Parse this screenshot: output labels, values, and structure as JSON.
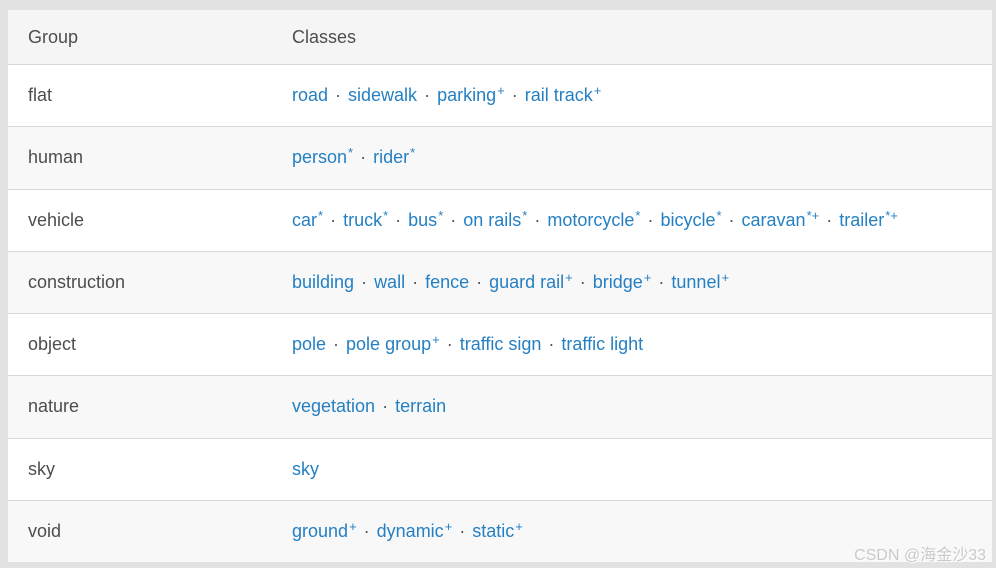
{
  "colors": {
    "link": "#2580c3",
    "text": "#4d4d4d",
    "header_bg": "#f5f5f5",
    "row_stripe": "#f8f8f8",
    "row_white": "#ffffff",
    "border": "#d8d8d8",
    "margin_bg": "#e2e2e2",
    "separator_dot": "#555555",
    "watermark": "#c9c9c9"
  },
  "table": {
    "separator": "·",
    "columns": [
      {
        "key": "group",
        "label": "Group"
      },
      {
        "key": "classes",
        "label": "Classes"
      }
    ],
    "rows": [
      {
        "group": "flat",
        "classes": [
          {
            "name": "road",
            "sup": ""
          },
          {
            "name": "sidewalk",
            "sup": ""
          },
          {
            "name": "parking",
            "sup": "+"
          },
          {
            "name": "rail track",
            "sup": "+"
          }
        ]
      },
      {
        "group": "human",
        "classes": [
          {
            "name": "person",
            "sup": "*"
          },
          {
            "name": "rider",
            "sup": "*"
          }
        ]
      },
      {
        "group": "vehicle",
        "classes": [
          {
            "name": "car",
            "sup": "*"
          },
          {
            "name": "truck",
            "sup": "*"
          },
          {
            "name": "bus",
            "sup": "*"
          },
          {
            "name": "on rails",
            "sup": "*"
          },
          {
            "name": "motorcycle",
            "sup": "*"
          },
          {
            "name": "bicycle",
            "sup": "*"
          },
          {
            "name": "caravan",
            "sup": "*+"
          },
          {
            "name": "trailer",
            "sup": "*+"
          }
        ]
      },
      {
        "group": "construction",
        "classes": [
          {
            "name": "building",
            "sup": ""
          },
          {
            "name": "wall",
            "sup": ""
          },
          {
            "name": "fence",
            "sup": ""
          },
          {
            "name": "guard rail",
            "sup": "+"
          },
          {
            "name": "bridge",
            "sup": "+"
          },
          {
            "name": "tunnel",
            "sup": "+"
          }
        ]
      },
      {
        "group": "object",
        "classes": [
          {
            "name": "pole",
            "sup": ""
          },
          {
            "name": "pole group",
            "sup": "+"
          },
          {
            "name": "traffic sign",
            "sup": ""
          },
          {
            "name": "traffic light",
            "sup": ""
          }
        ]
      },
      {
        "group": "nature",
        "classes": [
          {
            "name": "vegetation",
            "sup": ""
          },
          {
            "name": "terrain",
            "sup": ""
          }
        ]
      },
      {
        "group": "sky",
        "classes": [
          {
            "name": "sky",
            "sup": ""
          }
        ]
      },
      {
        "group": "void",
        "classes": [
          {
            "name": "ground",
            "sup": "+"
          },
          {
            "name": "dynamic",
            "sup": "+"
          },
          {
            "name": "static",
            "sup": "+"
          }
        ]
      }
    ]
  },
  "watermark": {
    "text": "CSDN @海金沙33"
  }
}
